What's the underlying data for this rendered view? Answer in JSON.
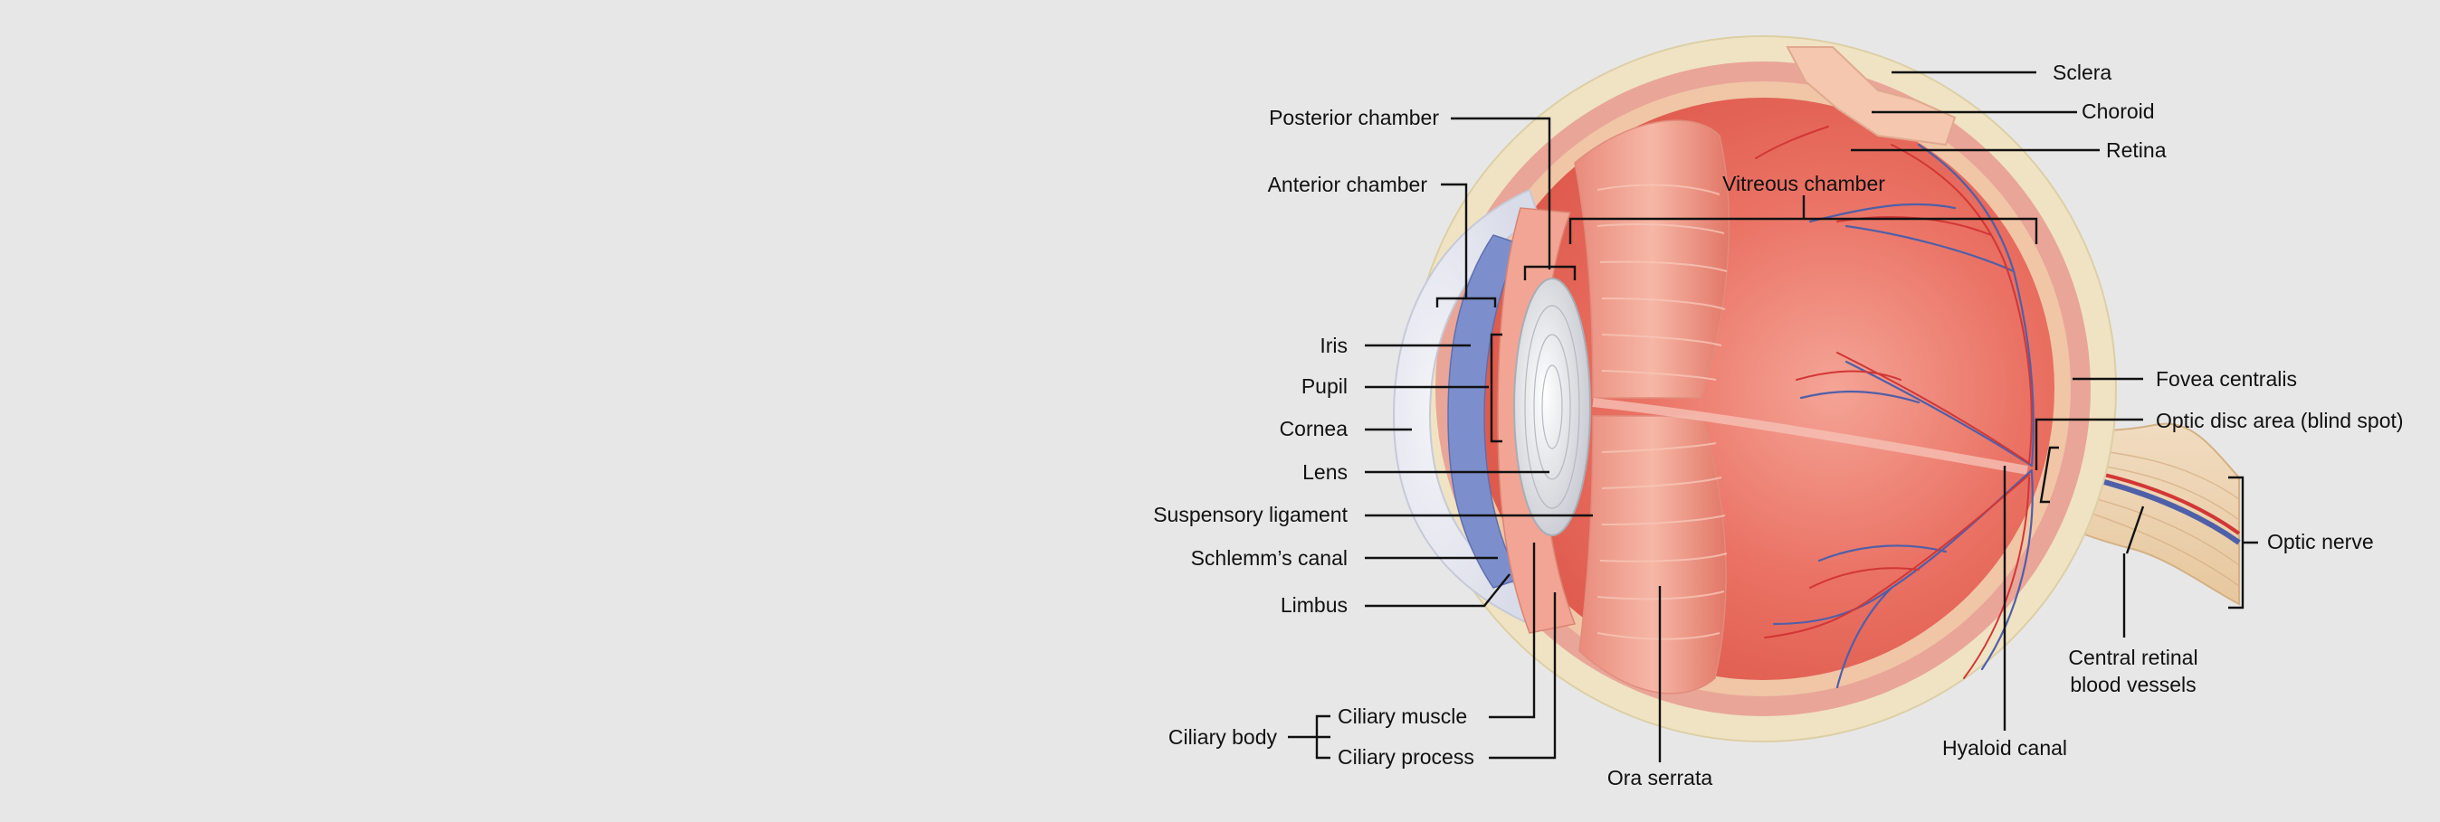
{
  "labels": {
    "sclera": "Sclera",
    "choroid": "Choroid",
    "retina": "Retina",
    "posterior_chamber": "Posterior chamber",
    "anterior_chamber": "Anterior chamber",
    "vitreous_chamber": "Vitreous chamber",
    "iris": "Iris",
    "pupil": "Pupil",
    "cornea": "Cornea",
    "lens": "Lens",
    "suspensory_ligament": "Suspensory ligament",
    "schlemms_canal": "Schlemm’s canal",
    "limbus": "Limbus",
    "fovea_centralis": "Fovea centralis",
    "optic_disc": "Optic disc area (blind spot)",
    "optic_nerve": "Optic nerve",
    "central_retinal_1": "Central retinal",
    "central_retinal_2": "blood vessels",
    "hyaloid_canal": "Hyaloid canal",
    "ora_serrata": "Ora serrata",
    "ciliary_body": "Ciliary body",
    "ciliary_muscle": "Ciliary muscle",
    "ciliary_process": "Ciliary process"
  },
  "colors": {
    "background": "#e8e7e8",
    "sclera": "#efe3c3",
    "choroid": "#e9a598",
    "retina": "#f0c6a6",
    "vitreous": "#e8685a",
    "iris": "#7c8fcc",
    "lens": "#eef0f3",
    "vein": "#4f5fa8",
    "artery": "#d23636"
  }
}
